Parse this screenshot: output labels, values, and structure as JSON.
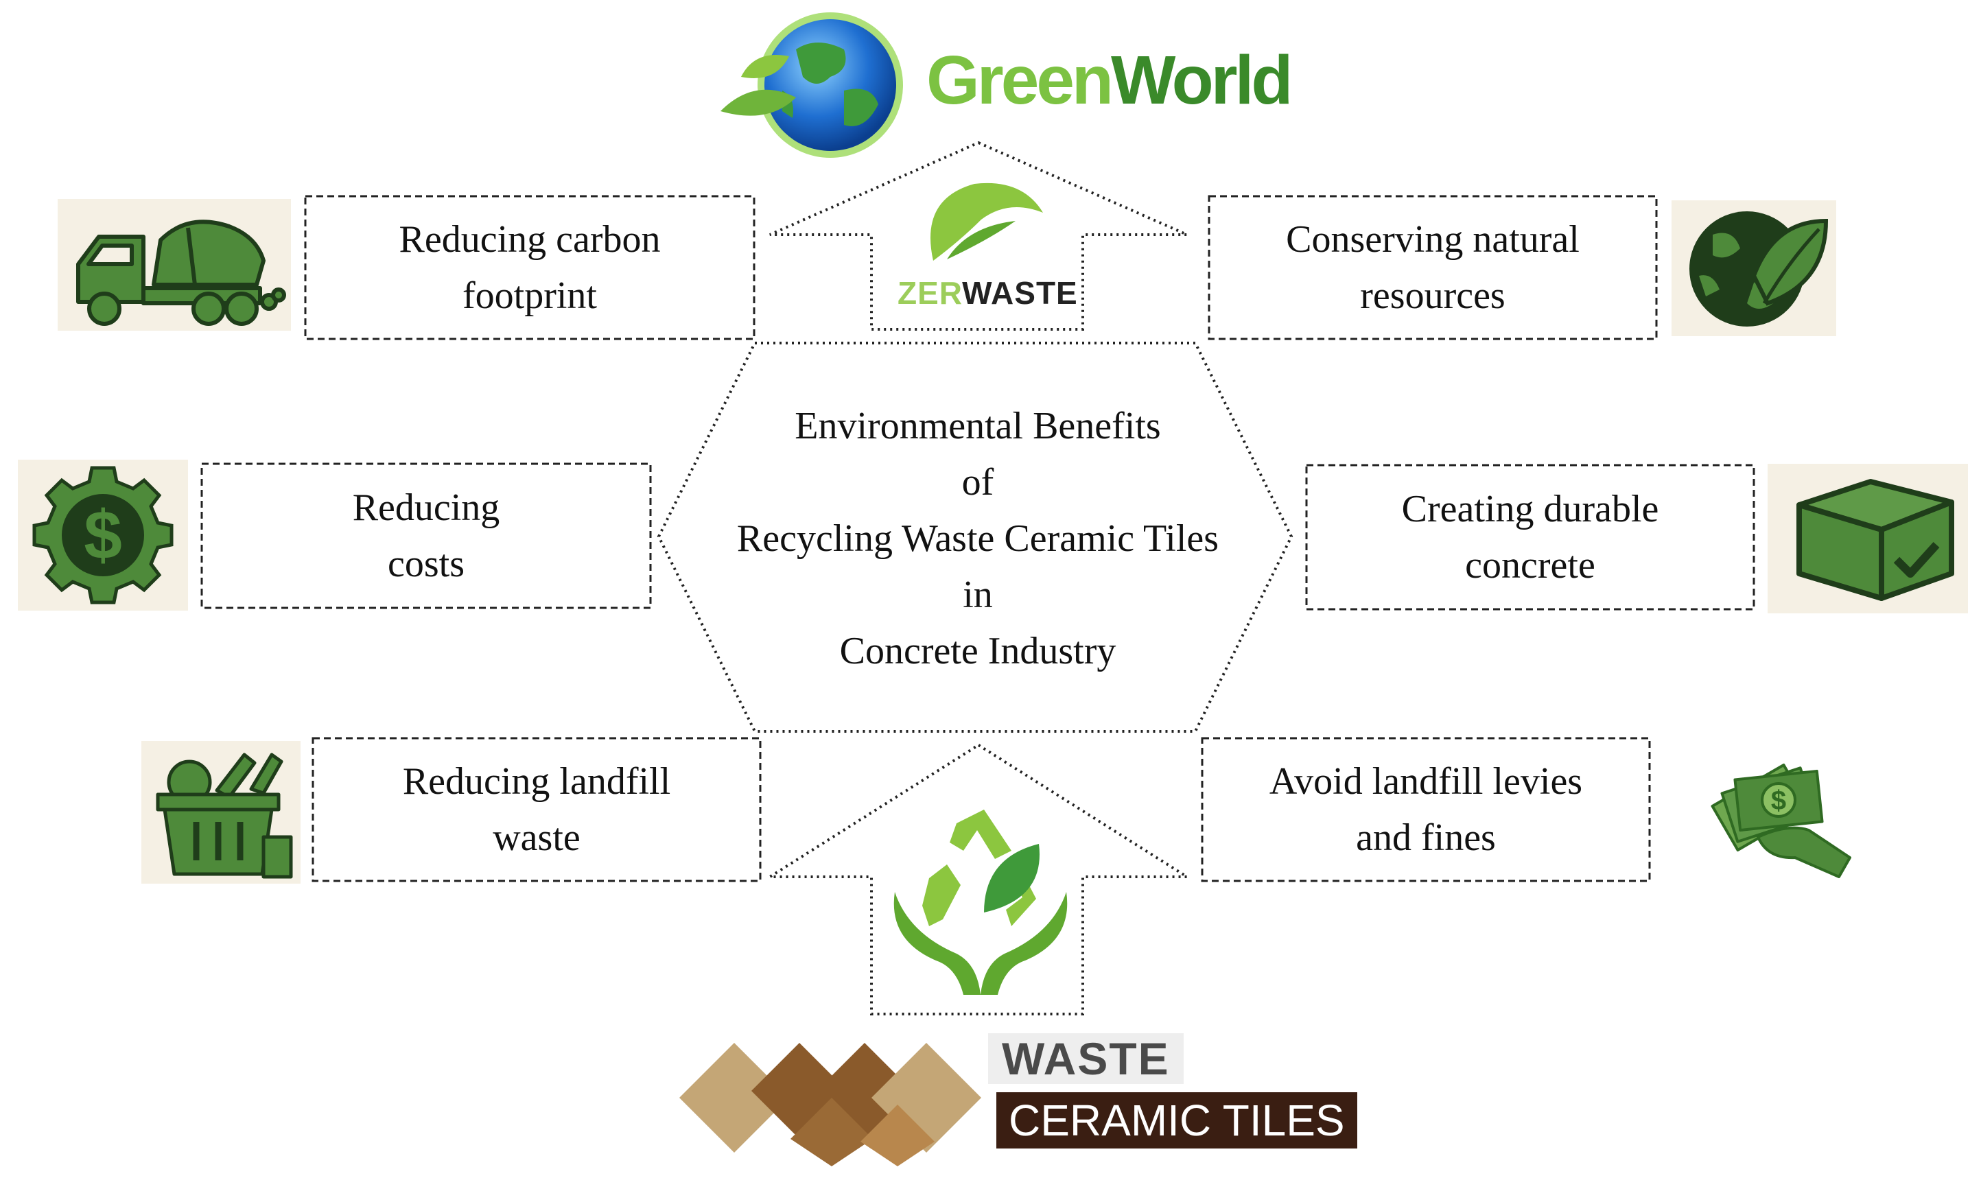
{
  "center": {
    "line1": "Environmental Benefits",
    "line2": "of",
    "line3": "Recycling Waste Ceramic Tiles",
    "line4": "in",
    "line5": "Concrete Industry"
  },
  "benefits": {
    "carbon": {
      "line1": "Reducing carbon",
      "line2": "footprint",
      "icon": "cement-mixer-truck-icon"
    },
    "resources": {
      "line1": "Conserving natural",
      "line2": "resources",
      "icon": "globe-leaf-icon"
    },
    "costs": {
      "line1": "Reducing",
      "line2": "costs",
      "icon": "dollar-gear-icon"
    },
    "durable": {
      "line1": "Creating durable",
      "line2": "concrete",
      "icon": "box-check-icon"
    },
    "landfill": {
      "line1": "Reducing landfill",
      "line2": "waste",
      "icon": "waste-bin-icon"
    },
    "levies": {
      "line1": "Avoid landfill levies",
      "line2": "and fines",
      "icon": "money-hand-icon"
    }
  },
  "logos": {
    "green_world": {
      "part1": "Green",
      "part2": "World",
      "icon": "globe-logo-icon"
    },
    "zero_waste": {
      "part1": "ZER",
      "part2": "WASTE",
      "icon": "leaf-logo-icon"
    },
    "recycle_icon": "recycle-hands-icon",
    "waste_ceramic": {
      "line1": "WASTE",
      "line2": "CERAMIC TILES",
      "icon": "tiles-icon"
    }
  },
  "colors": {
    "icon_green": "#4e8a3a",
    "icon_dark": "#1f3d1a",
    "logo_green": "#6fb43a",
    "tile_brown": "#8a5a2b",
    "tile_tan": "#c4a676",
    "tile_banner": "#3a1e12"
  }
}
